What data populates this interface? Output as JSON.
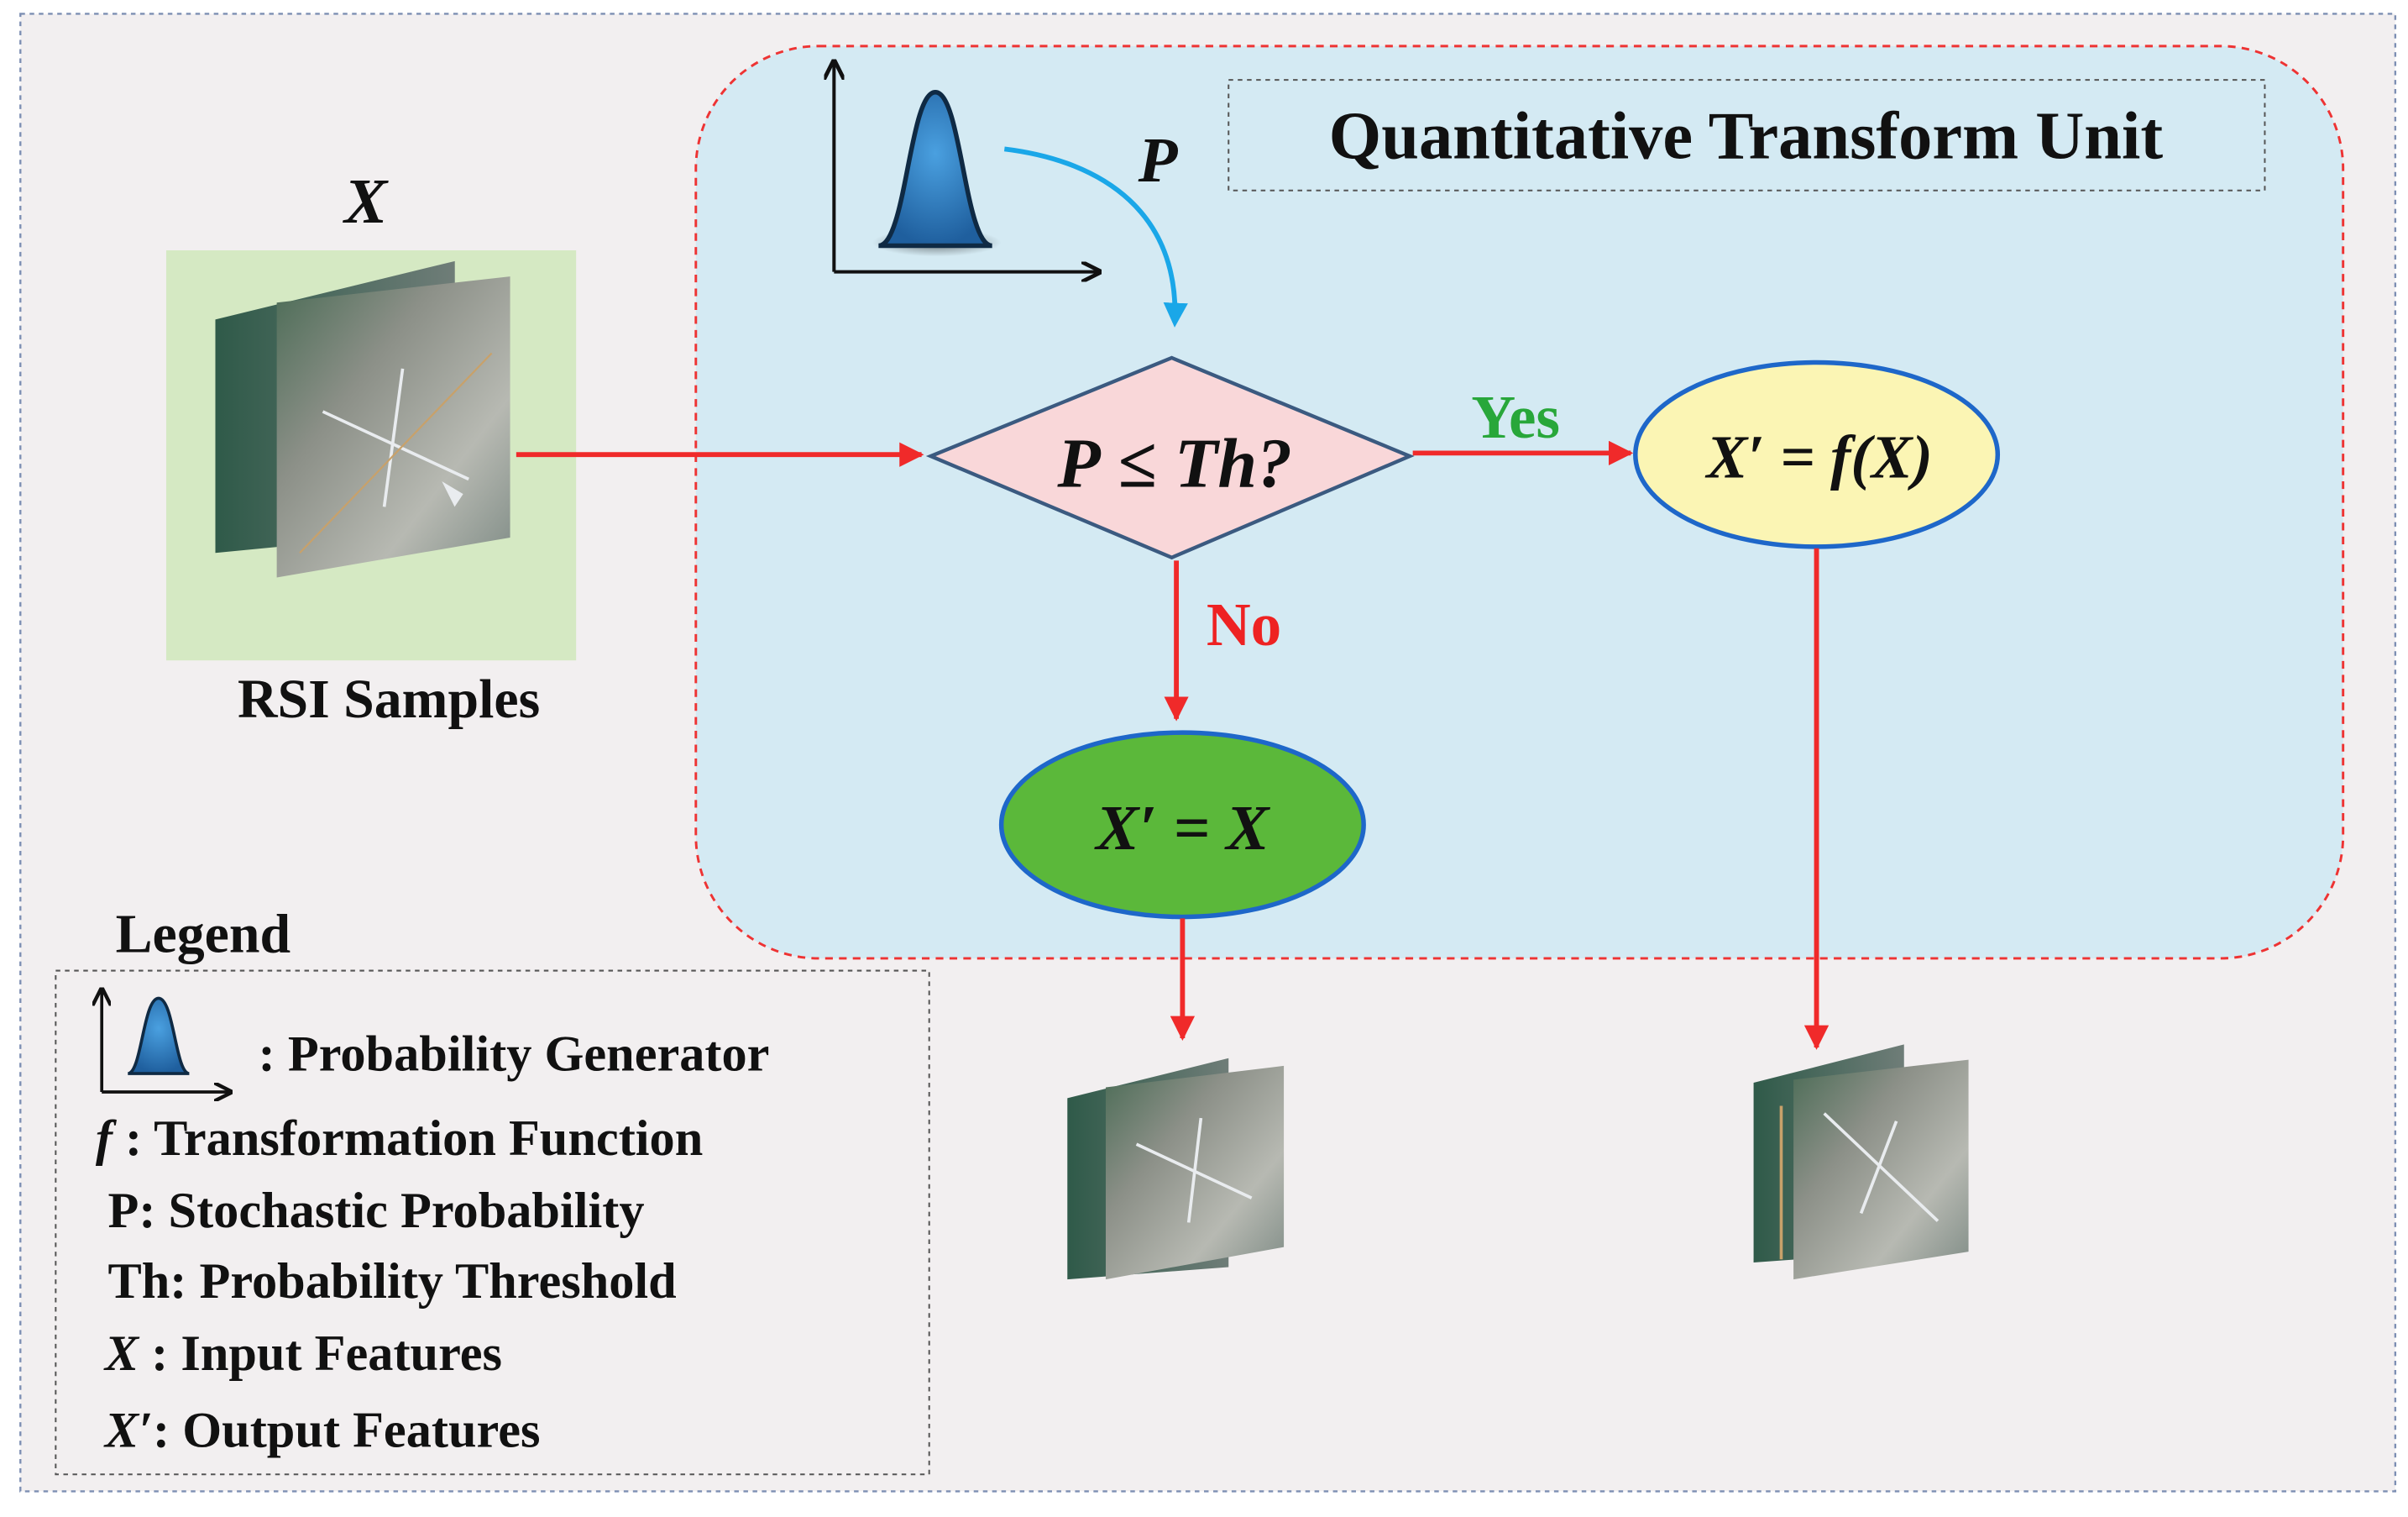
{
  "unit": {
    "title": "Quantitative Transform Unit"
  },
  "input": {
    "symbol": "X",
    "caption": "RSI Samples"
  },
  "generator": {
    "output_label": "P"
  },
  "decision": {
    "condition_parts": [
      "P",
      " ≤ ",
      "Th",
      "?"
    ]
  },
  "branches": {
    "yes_label": "Yes",
    "no_label": "No",
    "yes_output": "X′ = f(X)",
    "no_output": "X′ = X"
  },
  "legend": {
    "title": "Legend",
    "items": [
      {
        "key": "",
        "text": ": Probability Generator",
        "icon": "probability-generator-icon"
      },
      {
        "key": "f",
        "text": " : Transformation Function"
      },
      {
        "key": "P",
        "text": ": Stochastic Probability"
      },
      {
        "key": "Th",
        "text": ": Probability Threshold"
      },
      {
        "key": "X",
        "text": " : Input Features"
      },
      {
        "key": "X′",
        "text": ": Output Features"
      }
    ]
  },
  "colors": {
    "page_background": "#f2eff0",
    "unit_background": "#d4eaf3",
    "unit_border": "#ee3333",
    "flow_arrow": "#f02a2a",
    "probability_arrow": "#1aa7e8",
    "decision_fill": "#f9d7d9",
    "decision_border": "#3b5a80",
    "yes_output_fill": "#fbf5b4",
    "no_output_fill": "#5bb83a",
    "ellipse_border": "#1e67c9",
    "yes_text": "#28a73a",
    "no_text": "#ee2222",
    "sample_backdrop": "#d5e9c3",
    "curve_fill": "#2f7fc1"
  }
}
